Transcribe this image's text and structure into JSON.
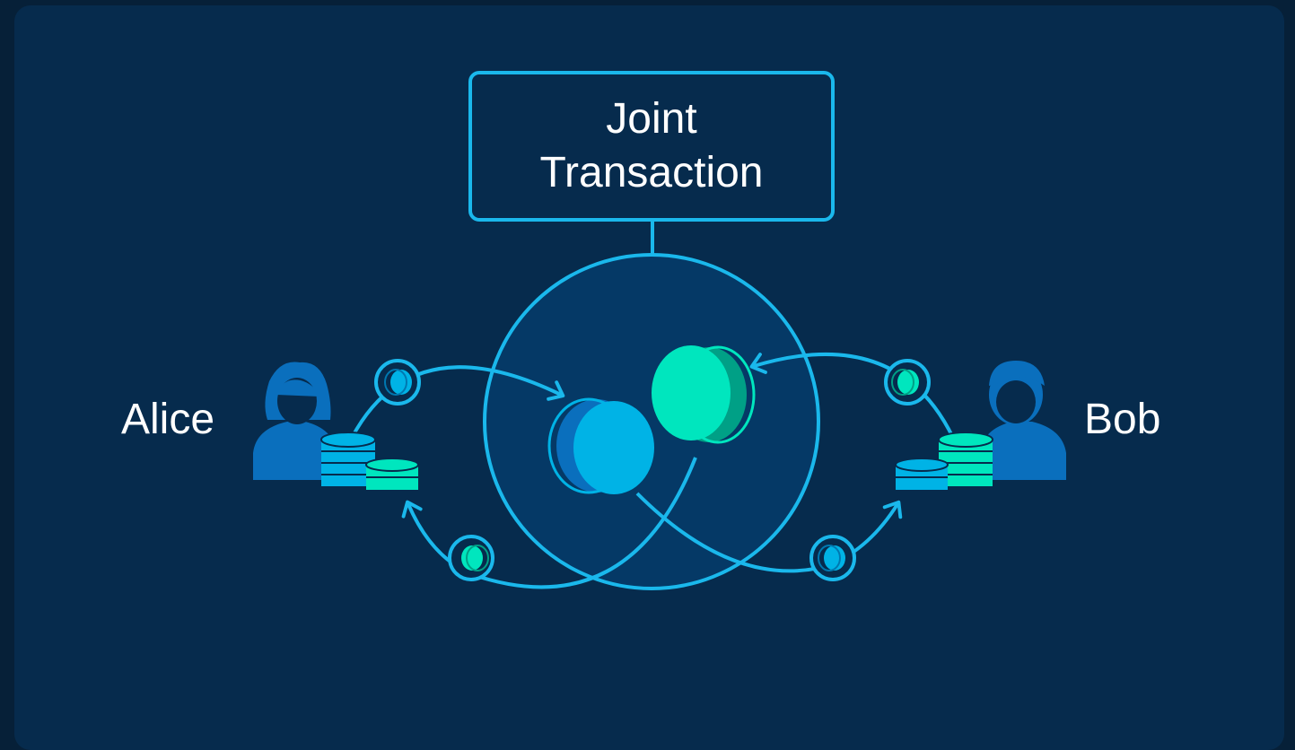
{
  "diagram": {
    "title": "Joint\nTransaction",
    "parties": [
      {
        "name": "Alice"
      },
      {
        "name": "Bob"
      }
    ]
  },
  "colors": {
    "background": "#062b4d",
    "accent": "#1ab8ec",
    "coin_blue": "#00b3e6",
    "coin_green": "#00e6be",
    "person": "#0a6fbd"
  },
  "icons": [
    "person-female-icon",
    "person-male-icon",
    "coin-stack-icon",
    "coin-icon",
    "arrow-icon"
  ]
}
